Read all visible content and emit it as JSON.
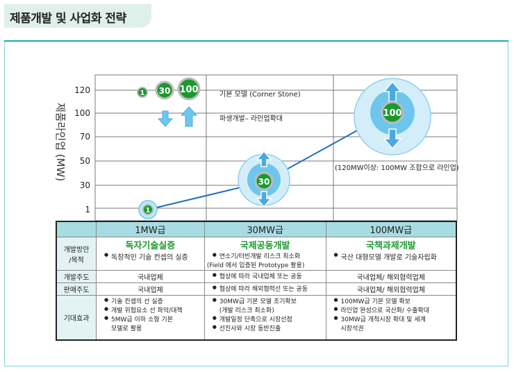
{
  "page_title": "제품개발 및 사업화 전략",
  "y_axis_label": "제품라인업 (MW)",
  "y_ticks": [
    "120",
    "100",
    "70",
    "50",
    "30",
    "1"
  ],
  "bubbles": {
    "b1": "1",
    "b30": "30",
    "b100": "100"
  },
  "annotations": {
    "base_model": "기본 모델 (Corner Stone)",
    "derived": "파생개발– 라인업확대",
    "combo": "(120MW이상: 100MW 조합으로 라인업)"
  },
  "table": {
    "headers": [
      "1MW급",
      "30MW급",
      "100MW급"
    ],
    "rows": [
      {
        "label": "개발방안\n/목적",
        "cells": [
          {
            "heading": "독자기술실증",
            "items": [
              "독창적인 기술 컨셉의 실증"
            ]
          },
          {
            "heading": "국제공동개발",
            "items": [
              "연소기/터빈개발 리스크 최소화",
              "(Field 에서 입증된 Prototype 활용)"
            ]
          },
          {
            "heading": "국책과제개발",
            "items": [
              "국산 대형모델 개발로 기술자립화"
            ]
          }
        ]
      },
      {
        "label": "개발주도",
        "cells": [
          "국내업체",
          "협상에 따라 국내업체 또는 공동",
          "국내업체/ 해외협력업체"
        ]
      },
      {
        "label": "판매주도",
        "cells": [
          "국내업체",
          "협상에 따라 해외협력선 또는 공동",
          "국내업체/ 해외협력업체"
        ]
      },
      {
        "label": "기대효과",
        "cells": [
          [
            "기술 컨셉의 선 실증",
            "개발 위험요소 선 파악/대책",
            "5MW급 이하 소형 기본",
            "모델로 활용"
          ],
          [
            "30MW급 기본 모델 조기확보",
            "(개발 리스크 최소화)",
            "개발일정 단축으로 시장선점",
            "선진사와 시장 동반진출"
          ],
          [
            "100MW급 기본 모델 확보",
            "라인업 완성으로 국산화/ 수출확대",
            "30MW급 개척시장 확대 및 세계",
            "시장석권"
          ]
        ]
      }
    ]
  },
  "colors": {
    "accent": "#1fa8b8",
    "green": "#1a9a2e",
    "blue_light": "#bfe6f7",
    "blue_mid": "#6fc6ec",
    "arrow": "#5bb7e8"
  }
}
